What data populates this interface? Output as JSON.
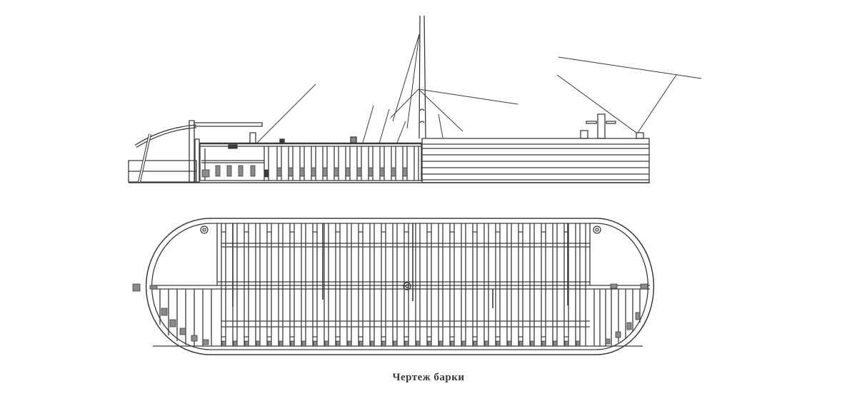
{
  "figure": {
    "caption": "Чертеж барки",
    "caption_translation_note": "",
    "views": [
      {
        "name": "side-elevation",
        "label": ""
      },
      {
        "name": "plan-view",
        "label": ""
      }
    ]
  },
  "colors": {
    "ink": "#3a3a3a",
    "paper": "#ffffff"
  }
}
